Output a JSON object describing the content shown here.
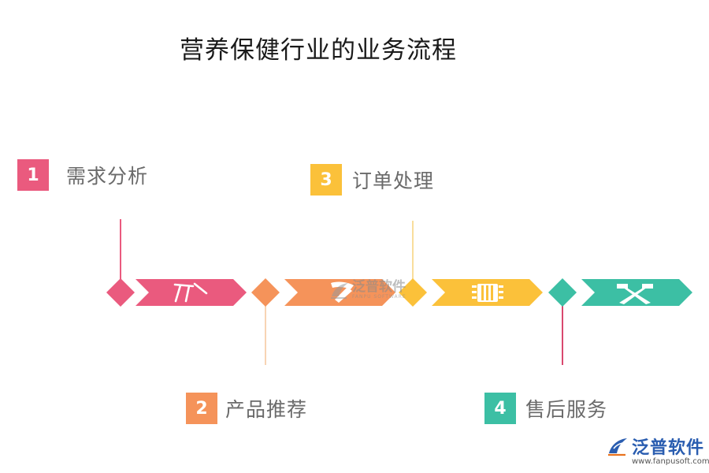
{
  "title": "营养保健行业的业务流程",
  "steps": [
    {
      "number": "1",
      "label": "需求分析",
      "color": "#ea5a7e",
      "icon": "tools-icon"
    },
    {
      "number": "2",
      "label": "产品推荐",
      "color": "#f5935a",
      "icon": "hammer-icon"
    },
    {
      "number": "3",
      "label": "订单处理",
      "color": "#fbc13a",
      "icon": "traffic-light-icon"
    },
    {
      "number": "4",
      "label": "售后服务",
      "color": "#3cbfa4",
      "icon": "crossed-hammers-icon"
    }
  ],
  "watermark": {
    "text": "泛普软件",
    "subtext": "FANPU SOFTWARE"
  },
  "brand": {
    "name": "泛普软件",
    "url": "www.fanpusoft.com",
    "color": "#2a5db0"
  }
}
